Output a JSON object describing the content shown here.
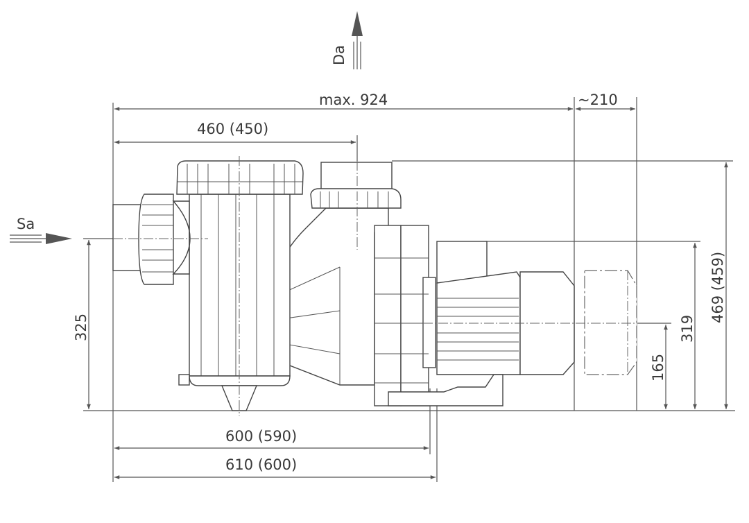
{
  "ports": {
    "discharge": "Da",
    "suction": "Sa"
  },
  "dimensions": {
    "overall_length": "max. 924",
    "motor_clearance": "~210",
    "suction_to_discharge": "460 (450)",
    "suction_height": "325",
    "overall_height": "469 (459)",
    "motor_top_height": "319",
    "motor_axis_height": "165",
    "base_length_a": "600 (590)",
    "base_length_b": "610 (600)"
  },
  "colors": {
    "line": "#555555",
    "text": "#3a3a3a"
  }
}
